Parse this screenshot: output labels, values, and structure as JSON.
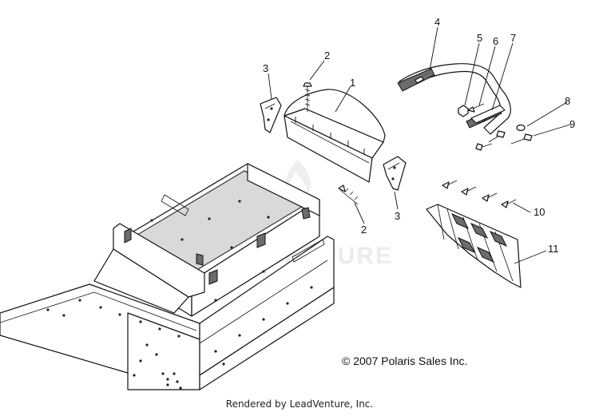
{
  "watermark": {
    "text": "LEADVENTURE"
  },
  "callouts": [
    {
      "id": "1",
      "label": "1"
    },
    {
      "id": "2a",
      "label": "2"
    },
    {
      "id": "2b",
      "label": "2"
    },
    {
      "id": "3a",
      "label": "3"
    },
    {
      "id": "3b",
      "label": "3"
    },
    {
      "id": "4",
      "label": "4"
    },
    {
      "id": "5",
      "label": "5"
    },
    {
      "id": "6",
      "label": "6"
    },
    {
      "id": "7",
      "label": "7"
    },
    {
      "id": "8",
      "label": "8"
    },
    {
      "id": "9",
      "label": "9"
    },
    {
      "id": "10",
      "label": "10"
    },
    {
      "id": "11",
      "label": "11"
    }
  ],
  "footer": {
    "copyright": "© 2007 Polaris Sales Inc.",
    "rendered_by": "Rendered by LeadVenture, Inc."
  }
}
